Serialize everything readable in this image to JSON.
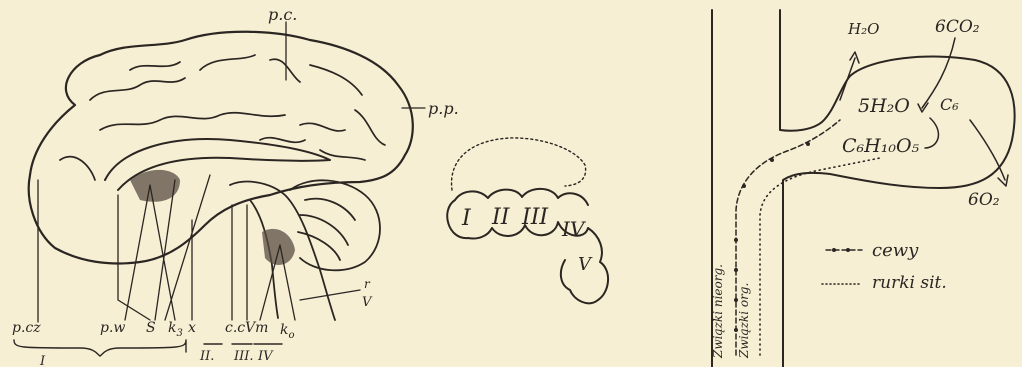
{
  "brain_figure": {
    "labels": {
      "pc": "p.c.",
      "pp": "p.p.",
      "pcz": "p.cz",
      "pw": "p.w",
      "s": "S",
      "k3": "k",
      "k3_sub": "3",
      "x": "x",
      "cc": "c.c",
      "vm": "Vm",
      "ko": "k",
      "ko_sub": "o",
      "r": "r",
      "v_roman": "V",
      "bottom_roman": [
        "I",
        "II.",
        "III.",
        "IV"
      ]
    }
  },
  "vesicle_figure": {
    "labels": [
      "I",
      "II",
      "III",
      "IV",
      "V"
    ]
  },
  "leaf_figure": {
    "h2o_top": "H₂O",
    "co2_in": "6CO₂",
    "h2o_mid": "5H₂O",
    "c6": "C₆",
    "glucose": "C₆H₁₀O₅",
    "co2_out": "6O₂",
    "left_label_1": "Związki nieorg.",
    "left_label_2": "Związki org.",
    "legend": [
      {
        "line": "dash-circle",
        "label": "cewy"
      },
      {
        "line": "dotted",
        "label": "rurki sit."
      }
    ]
  }
}
